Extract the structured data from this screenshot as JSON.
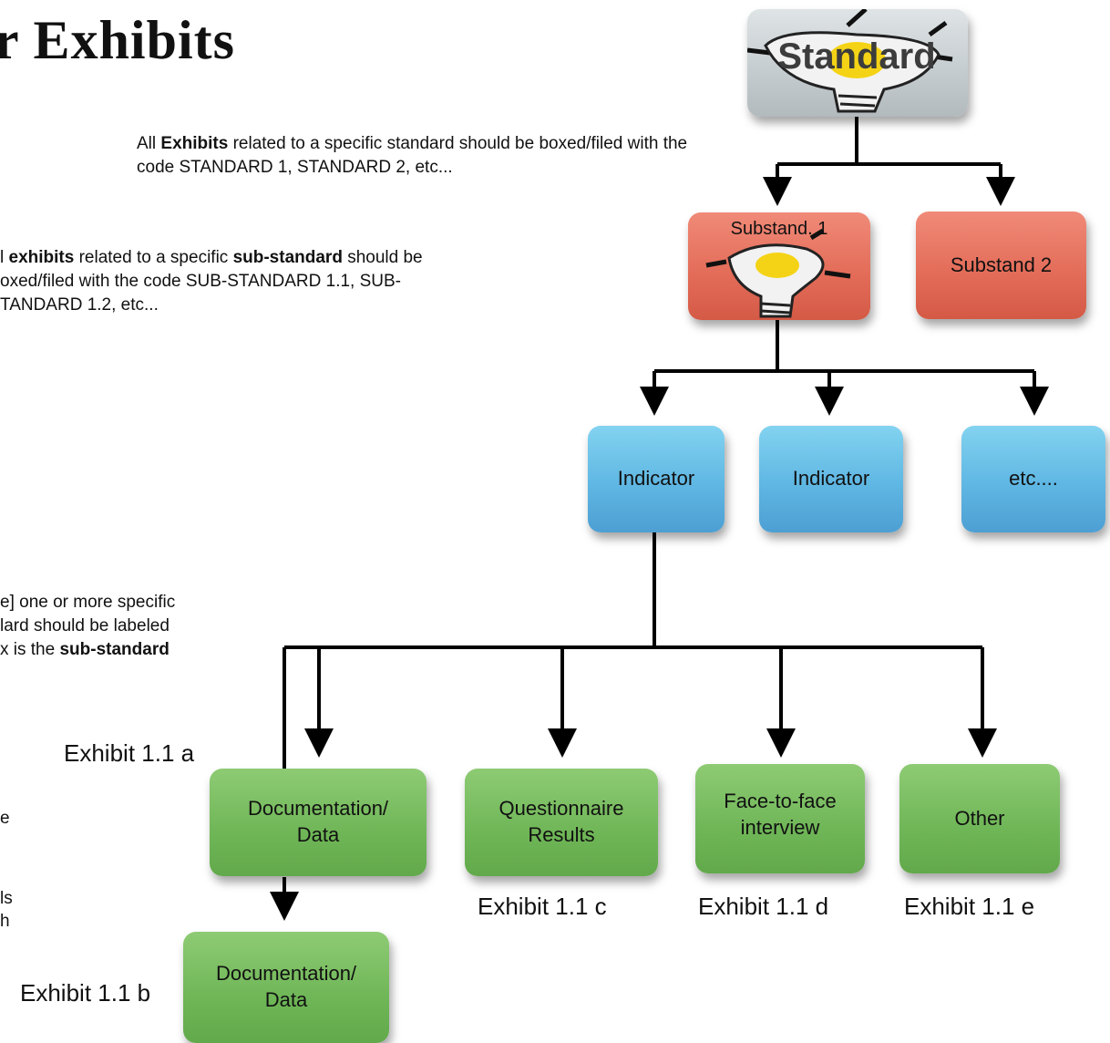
{
  "title": "r Exhibits",
  "notes": {
    "standard_pre": "All ",
    "standard_bold": "Exhibits",
    "standard_post": " related to a specific standard should be boxed/filed with the code STANDARD 1, STANDARD 2, etc...",
    "sub_line1_pre": "l ",
    "sub_line1_bold1": "exhibits",
    "sub_line1_mid": " related to a specific ",
    "sub_line1_bold2": "sub-standard",
    "sub_line1_post": " should be",
    "sub_line2": "oxed/filed with the code SUB-STANDARD 1.1, SUB-",
    "sub_line3": "TANDARD 1.2, etc...",
    "exhibit_line1": "e] one or more specific",
    "exhibit_line2": "lard should be labeled",
    "exhibit_line3_pre": "x is the ",
    "exhibit_line3_bold": "sub-standard",
    "frag1": "e",
    "frag2": "ls",
    "frag3": "h"
  },
  "nodes": {
    "standard": "Standard",
    "substand1": "Substand. 1",
    "substand2": "Substand 2",
    "indicator1": "Indicator",
    "indicator2": "Indicator",
    "indicator3": "etc....",
    "doc_data_line1": "Documentation/",
    "doc_data_line2": "Data",
    "questionnaire_line1": "Questionnaire",
    "questionnaire_line2": "Results",
    "interview_line1": "Face-to-face",
    "interview_line2": "interview",
    "other": "Other",
    "doc_data2_line1": "Documentation/",
    "doc_data2_line2": "Data"
  },
  "labels": {
    "exhibit_a": "Exhibit 1.1 a",
    "exhibit_b": "Exhibit 1.1 b",
    "exhibit_c": "Exhibit 1.1 c",
    "exhibit_d": "Exhibit 1.1 d",
    "exhibit_e": "Exhibit 1.1 e"
  },
  "colors": {
    "exhibit_box": "#6fb657",
    "indicator_box": "#5fb7e3",
    "substandard_box": "#e26b57",
    "standard_box": "#c4cbce"
  }
}
